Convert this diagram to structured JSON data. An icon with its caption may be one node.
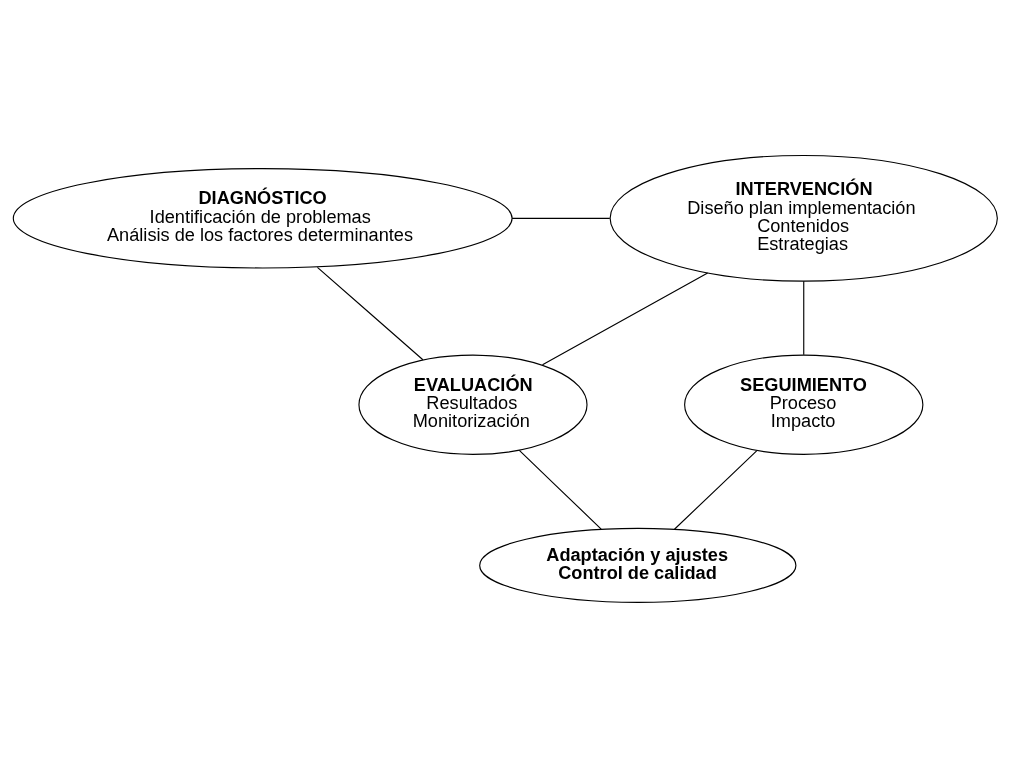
{
  "diagram": {
    "nodes": [
      {
        "text": [
          "DIAGNÓSTICO",
          "Identificación de problemas",
          "Análisis de los factores determinantes"
        ]
      },
      {
        "text": [
          "INTERVENCIÓN",
          "Diseño plan implementación",
          "Contenidos",
          "Estrategias"
        ]
      },
      {
        "text": [
          "SEGUIMIENTO",
          "Proceso",
          "Impacto"
        ]
      },
      {
        "text": [
          "EVALUACIÓN",
          "Resultados",
          "Monitorización"
        ]
      },
      {
        "text": [
          "Adaptación y ajustes",
          "Control de calidad"
        ]
      }
    ],
    "edges": [
      {
        "from": 0,
        "to": 1,
        "arrow": "none"
      },
      {
        "from": 1,
        "to": 2,
        "arrow": "none"
      },
      {
        "from": 2,
        "to": 4,
        "arrow": "none"
      },
      {
        "from": 4,
        "to": 3,
        "arrow": "none"
      },
      {
        "from": 3,
        "to": 0,
        "arrow": "none"
      },
      {
        "from": 1,
        "to": 3,
        "arrow": "none"
      }
    ]
  }
}
